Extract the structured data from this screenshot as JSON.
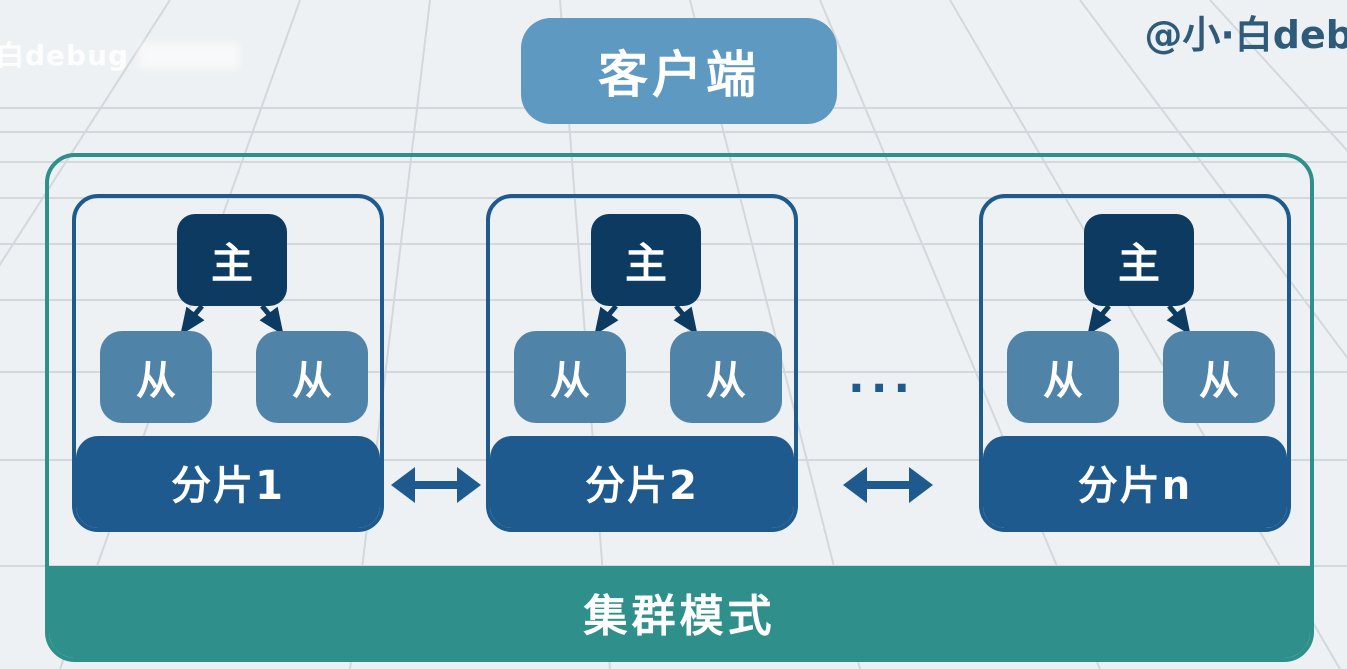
{
  "watermark": {
    "left_text": "白debug",
    "right_text": "@小·白deb"
  },
  "client": {
    "label": "客户端"
  },
  "cluster": {
    "label": "集群模式"
  },
  "shards": [
    {
      "label": "分片1",
      "master": "主",
      "slaves": [
        "从",
        "从"
      ]
    },
    {
      "label": "分片2",
      "master": "主",
      "slaves": [
        "从",
        "从"
      ]
    },
    {
      "label": "分片n",
      "master": "主",
      "slaves": [
        "从",
        "从"
      ]
    }
  ],
  "ellipsis": "...",
  "colors": {
    "client": "#5e99c1",
    "cluster": "#2e8f8b",
    "shard": "#1f5a8e",
    "master": "#0c3a61",
    "slave": "#4f84a8"
  }
}
